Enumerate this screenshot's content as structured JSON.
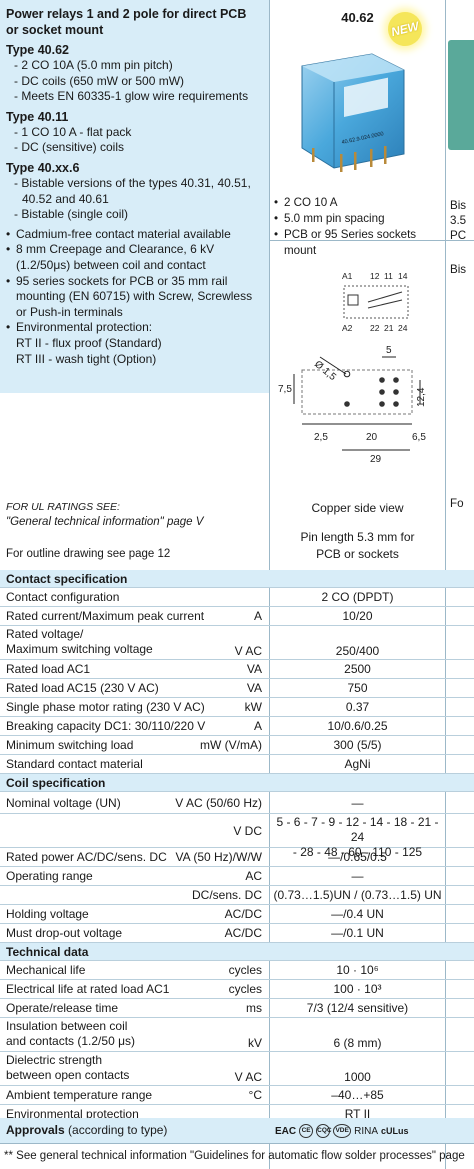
{
  "left_panel": {
    "title": "Power relays 1 and 2 pole for direct PCB or socket mount",
    "type_4062": {
      "heading": "Type 40.62",
      "items": [
        "- 2 CO  10A  (5.0 mm pin pitch)",
        "- DC coils (650 mW or 500 mW)",
        "- Meets EN 60335-1 glow wire requirements"
      ]
    },
    "type_4011": {
      "heading": "Type 40.11",
      "items": [
        "- 1 CO 10 A - flat pack",
        "- DC (sensitive) coils"
      ]
    },
    "type_40xx6": {
      "heading": "Type 40.xx.6",
      "items": [
        "- Bistable versions of the types 40.31, 40.51,",
        "  40.52 and 40.61",
        "- Bistable (single coil)"
      ]
    },
    "bullets": [
      "Cadmium-free contact material available",
      "8 mm Creepage and Clearance, 6 kV (1.2/50μs) between coil and contact",
      "95 series sockets for PCB or 35 mm rail mounting (EN 60715) with Screw, Screwless or Push-in terminals",
      "Environmental protection:"
    ],
    "env_lines": [
      "RT II - flux proof (Standard)",
      "RT III - wash tight (Option)"
    ]
  },
  "center": {
    "model": "40.62",
    "new_badge": "NEW",
    "photo_label": "40.62.9.024.0000",
    "features": [
      "2 CO 10 A",
      "5.0 mm pin spacing",
      "PCB or 95 Series sockets mount"
    ],
    "diagram_terminals_top": [
      "A1",
      "12",
      "11",
      "14"
    ],
    "diagram_terminals_bottom": [
      "A2",
      "22",
      "21",
      "24"
    ],
    "dims": {
      "d1": "5",
      "d2": "7,5",
      "d3": "12,4",
      "d4": "2,5",
      "d5": "20",
      "d6": "6,5",
      "d7": "29",
      "d8": "Ø 1,5"
    },
    "view": "Copper side view",
    "pin_length": "Pin length 5.3 mm for PCB or sockets"
  },
  "right_edge": {
    "t1": "Bis",
    "t2": "3.5",
    "t3": "PC",
    "t4": "Bis",
    "t5": "Fo"
  },
  "notes": {
    "ul_label": "FOR UL RATINGS SEE:",
    "ul_ref": "\"General technical information\" page V",
    "outline": "For outline drawing see page 12"
  },
  "contact_spec": {
    "heading": "Contact specification",
    "rows": [
      {
        "label": "Contact configuration",
        "unit": "",
        "value": "2 CO (DPDT)"
      },
      {
        "label": "Rated current/Maximum peak current",
        "unit": "A",
        "value": "10/20"
      },
      {
        "label": "Rated voltage/\nMaximum switching voltage",
        "unit": "V AC",
        "value": "250/400"
      },
      {
        "label": "Rated load AC1",
        "unit": "VA",
        "value": "2500"
      },
      {
        "label": "Rated load AC15 (230 V AC)",
        "unit": "VA",
        "value": "750"
      },
      {
        "label": "Single phase motor rating (230 V AC)",
        "unit": "kW",
        "value": "0.37"
      },
      {
        "label": "Breaking capacity DC1: 30/110/220 V",
        "unit": "A",
        "value": "10/0.6/0.25"
      },
      {
        "label": "Minimum switching load",
        "unit": "mW (V/mA)",
        "value": "300 (5/5)"
      },
      {
        "label": "Standard contact material",
        "unit": "",
        "value": "AgNi"
      }
    ]
  },
  "coil_spec": {
    "heading": "Coil specification",
    "rows": [
      {
        "label": "Nominal voltage (UN)",
        "unit": "V AC (50/60 Hz)",
        "value": "—"
      },
      {
        "label": "",
        "unit": "V DC",
        "value": "5 - 6 - 7 - 9 - 12 - 14 - 18 - 21 - 24\n- 28 - 48 - 60 - 110 - 125"
      },
      {
        "label": "Rated power AC/DC/sens. DC",
        "unit": "VA (50 Hz)/W/W",
        "value": "—/0.65/0.5"
      },
      {
        "label": "Operating range",
        "unit": "AC",
        "value": "—"
      },
      {
        "label": "",
        "unit": "DC/sens. DC",
        "value": "(0.73…1.5)UN / (0.73…1.5) UN"
      },
      {
        "label": "Holding voltage",
        "unit": "AC/DC",
        "value": "—/0.4 UN"
      },
      {
        "label": "Must drop-out voltage",
        "unit": "AC/DC",
        "value": "—/0.1 UN"
      }
    ]
  },
  "technical_data": {
    "heading": "Technical data",
    "rows": [
      {
        "label": "Mechanical life",
        "unit": "cycles",
        "value": "10 · 10⁶"
      },
      {
        "label": "Electrical life at rated load AC1",
        "unit": "cycles",
        "value": "100 · 10³"
      },
      {
        "label": "Operate/release time",
        "unit": "ms",
        "value": "7/3 (12/4 sensitive)"
      },
      {
        "label": "Insulation between coil\nand contacts (1.2/50 μs)",
        "unit": "kV",
        "value": "6 (8 mm)"
      },
      {
        "label": "Dielectric strength\nbetween open contacts",
        "unit": "V AC",
        "value": "1000"
      },
      {
        "label": "Ambient temperature range",
        "unit": "°C",
        "value": "–40…+85"
      },
      {
        "label": "Environmental protection",
        "unit": "",
        "value": "RT II"
      }
    ]
  },
  "approvals": {
    "label": "Approvals",
    "note": "(according to type)",
    "logos": [
      "EAC",
      "CE",
      "CQC",
      "VDE",
      "RINA",
      "cULus"
    ]
  },
  "footnote": "** See general technical information \"Guidelines for automatic flow solder processes\" page"
}
